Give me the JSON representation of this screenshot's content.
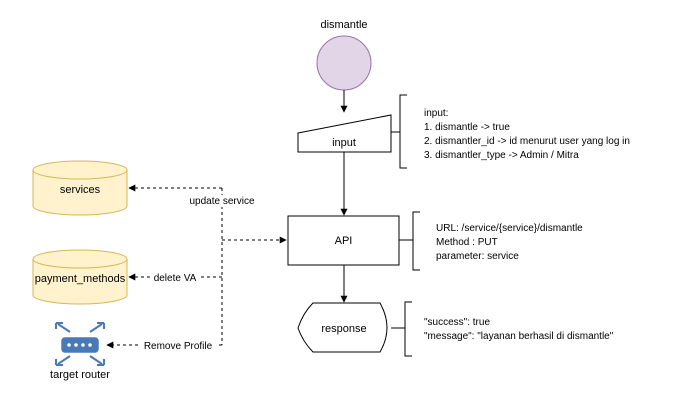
{
  "start_node": {
    "label": "dismantle",
    "fill": "#e1d5e7",
    "stroke": "#9673a6"
  },
  "input_node": {
    "label": "input"
  },
  "api_node": {
    "label": "API"
  },
  "response_node": {
    "label": "response"
  },
  "input_note": {
    "lines": [
      "input:",
      "1. dismantle -> true",
      "2. dismantler_id -> id menurut user yang log in",
      "3. dismantler_type -> Admin / Mitra"
    ]
  },
  "api_note": {
    "lines": [
      "URL: /service/{service}/dismantle",
      "Method : PUT",
      "parameter: service"
    ]
  },
  "response_note": {
    "lines": [
      "\"success\": true",
      "\"message\": \"layanan berhasil di dismantle\""
    ]
  },
  "datastores": {
    "services": {
      "label": "services"
    },
    "payment_methods": {
      "label": "payment_methods"
    },
    "fill": "#fff2cc",
    "stroke": "#d6b656"
  },
  "router": {
    "label": "target router",
    "icon": "router-icon",
    "color": "#4a7ab5"
  },
  "edges": {
    "update_service": "update service",
    "delete_va": "delete VA",
    "remove_profile": "Remove Profile"
  }
}
